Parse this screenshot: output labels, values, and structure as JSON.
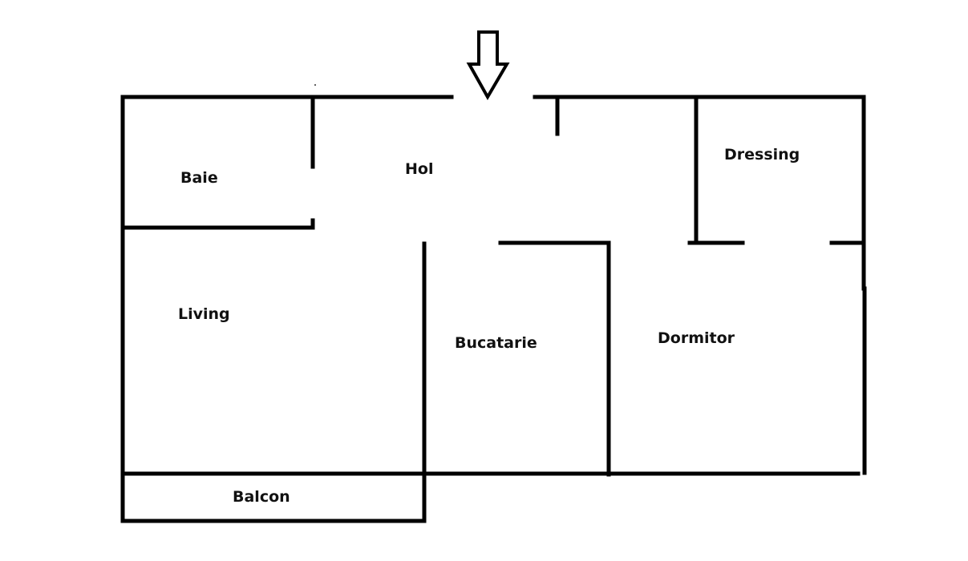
{
  "diagram": {
    "type": "floor-plan",
    "entrance": {
      "icon": "entrance-arrow-down-icon",
      "label": ""
    },
    "rooms": [
      {
        "id": "baie",
        "label": "Baie"
      },
      {
        "id": "hol",
        "label": "Hol"
      },
      {
        "id": "dressing",
        "label": "Dressing"
      },
      {
        "id": "living",
        "label": "Living"
      },
      {
        "id": "bucatarie",
        "label": "Bucatarie"
      },
      {
        "id": "dormitor",
        "label": "Dormitor"
      },
      {
        "id": "balcon",
        "label": "Balcon"
      }
    ],
    "colors": {
      "wall": "#000000",
      "background": "#ffffff",
      "text": "#111111"
    }
  }
}
